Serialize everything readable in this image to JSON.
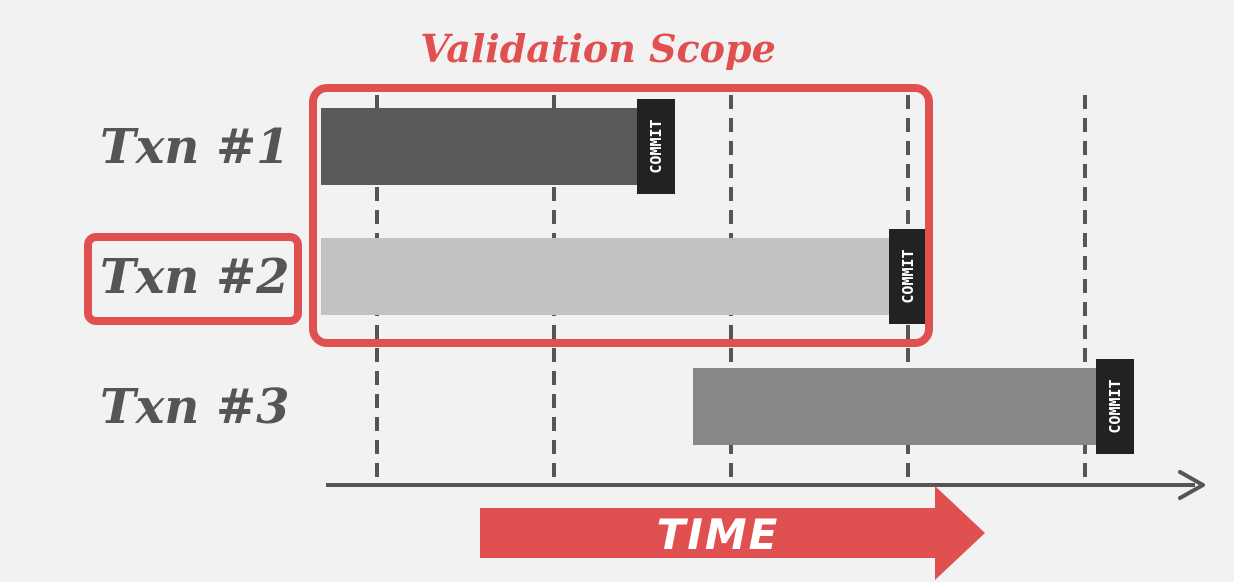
{
  "title": "Validation Scope",
  "transactions": [
    {
      "label": "Txn #1",
      "commit": "COMMIT",
      "color": "#5a5a5a"
    },
    {
      "label": "Txn #2",
      "commit": "COMMIT",
      "color": "#c2c2c2"
    },
    {
      "label": "Txn #3",
      "commit": "COMMIT",
      "color": "#878787"
    }
  ],
  "time_label": "TIME",
  "colors": {
    "accent": "#e05050",
    "commit_box": "#222222",
    "background": "#f2f2f2",
    "timeline": "#555555"
  }
}
